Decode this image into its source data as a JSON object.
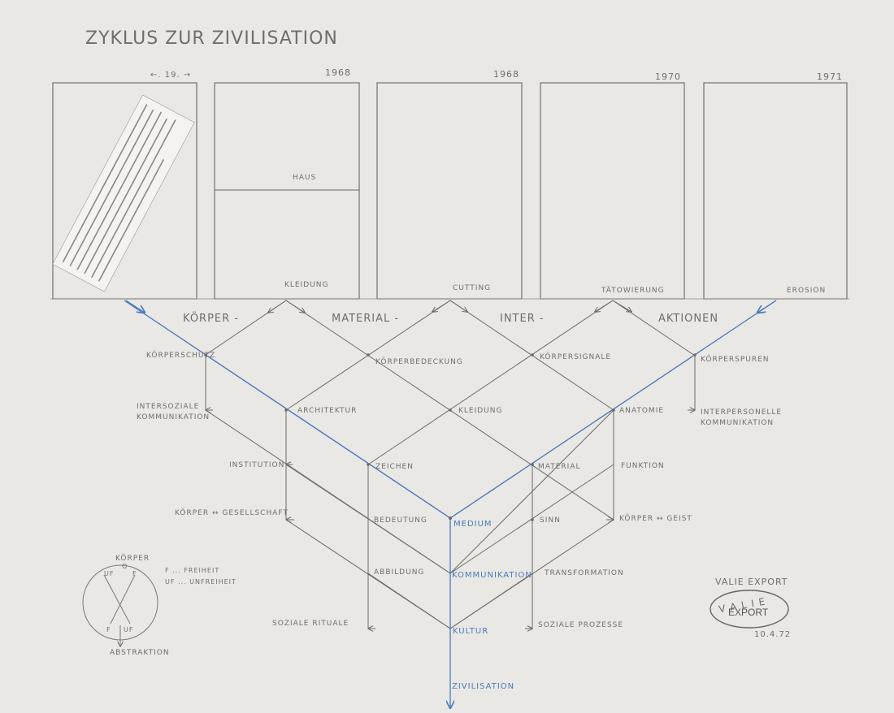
{
  "title": "ZYKLUS ZUR ZIVILISATION",
  "colors": {
    "paper": "#e9e8e4",
    "pencil": "#6a6a6a",
    "blue": "#4a79c0"
  },
  "panels": [
    {
      "year": "←. 19. →",
      "label": "",
      "note": "Initiation in Malekula. The novice's lying posture on a favourite nose-cheek motif... (newspaper clipping, illegible fine print)"
    },
    {
      "year": "1968",
      "label": "KLEIDUNG",
      "inner": "HAUS"
    },
    {
      "year": "1968",
      "label": "CUTTING"
    },
    {
      "year": "1970",
      "label": "TÄTOWIERUNG"
    },
    {
      "year": "1971",
      "label": "EROSION"
    }
  ],
  "banner": [
    "KÖRPER -",
    "MATERIAL -",
    "INTER -",
    "AKTIONEN"
  ],
  "grid_labels": {
    "koerperschutz": "KÖRPERSCHUTZ",
    "koerperbedeckung": "KÖRPERBEDECKUNG",
    "koerpersignale": "KÖRPERSIGNALE",
    "koerperspuren": "KÖRPERSPUREN",
    "intersoziale": [
      "INTERSOZIALE",
      "KOMMUNIKATION"
    ],
    "architektur": "ARCHITEKTUR",
    "kleidung": "KLEIDUNG",
    "anatomie": "ANATOMIE",
    "interpersonelle": [
      "INTERPERSONELLE",
      "KOMMUNIKATION"
    ],
    "institution": "INSTITUTION",
    "zeichen": "ZEICHEN",
    "material": "MATERIAL",
    "funktion": "FUNKTION",
    "koerper_gesellschaft": "KÖRPER ↔ GESELLSCHAFT",
    "bedeutung": "BEDEUTUNG",
    "sinn": "SINN",
    "koerper_geist": "KÖRPER ↔ GEIST",
    "abbildung": "ABBILDUNG",
    "transformation": "TRANSFORMATION",
    "soziale_rituale": "SOZIALE RITUALE",
    "soziale_prozesse": "SOZIALE PROZESSE"
  },
  "axis": [
    "MEDIUM",
    "KOMMUNIKATION",
    "KULTUR",
    "ZIVILISATION"
  ],
  "legend": {
    "top": "KÖRPER",
    "bottom": "ABSTRAKTION",
    "f": "F",
    "uf": "UF",
    "o": "O",
    "key_f": "F ... FREIHEIT",
    "key_uf": "UF ... UNFREIHEIT"
  },
  "signature": {
    "name": "VALIE EXPORT",
    "stamp_top": "V A L I E",
    "stamp_bottom": "EXPORT",
    "date": "10.4.72"
  }
}
